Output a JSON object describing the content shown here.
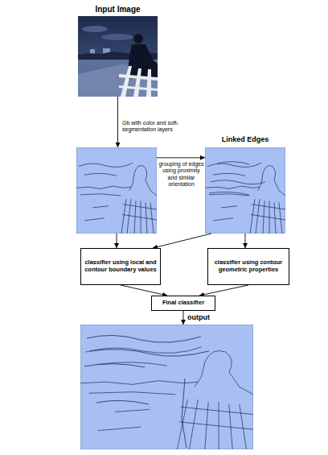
{
  "diagram": {
    "nodes": [
      {
        "text": [
          "Input Image"
        ]
      },
      {
        "text": []
      },
      {
        "text": [
          "Linked Edges"
        ]
      },
      {
        "text": [
          "classifier using local and contour boundary values"
        ]
      },
      {
        "text": [
          "classifier using contour geometric properties"
        ]
      },
      {
        "text": [
          "Final classifier"
        ]
      },
      {
        "text": [
          "output"
        ]
      }
    ],
    "edges": [
      {
        "from": 0,
        "to": 1,
        "arrow": "to",
        "label": "Gb with color and soft-segmentation layers"
      },
      {
        "from": 1,
        "to": 2,
        "arrow": "to",
        "label": "grouping of edges using proximity and similar orientation"
      },
      {
        "from": 1,
        "to": 3,
        "arrow": "to"
      },
      {
        "from": 2,
        "to": 3,
        "arrow": "to"
      },
      {
        "from": 2,
        "to": 4,
        "arrow": "to"
      },
      {
        "from": 3,
        "to": 5,
        "arrow": "to"
      },
      {
        "from": 4,
        "to": 5,
        "arrow": "to"
      },
      {
        "from": 5,
        "to": 6,
        "arrow": "to"
      }
    ]
  }
}
